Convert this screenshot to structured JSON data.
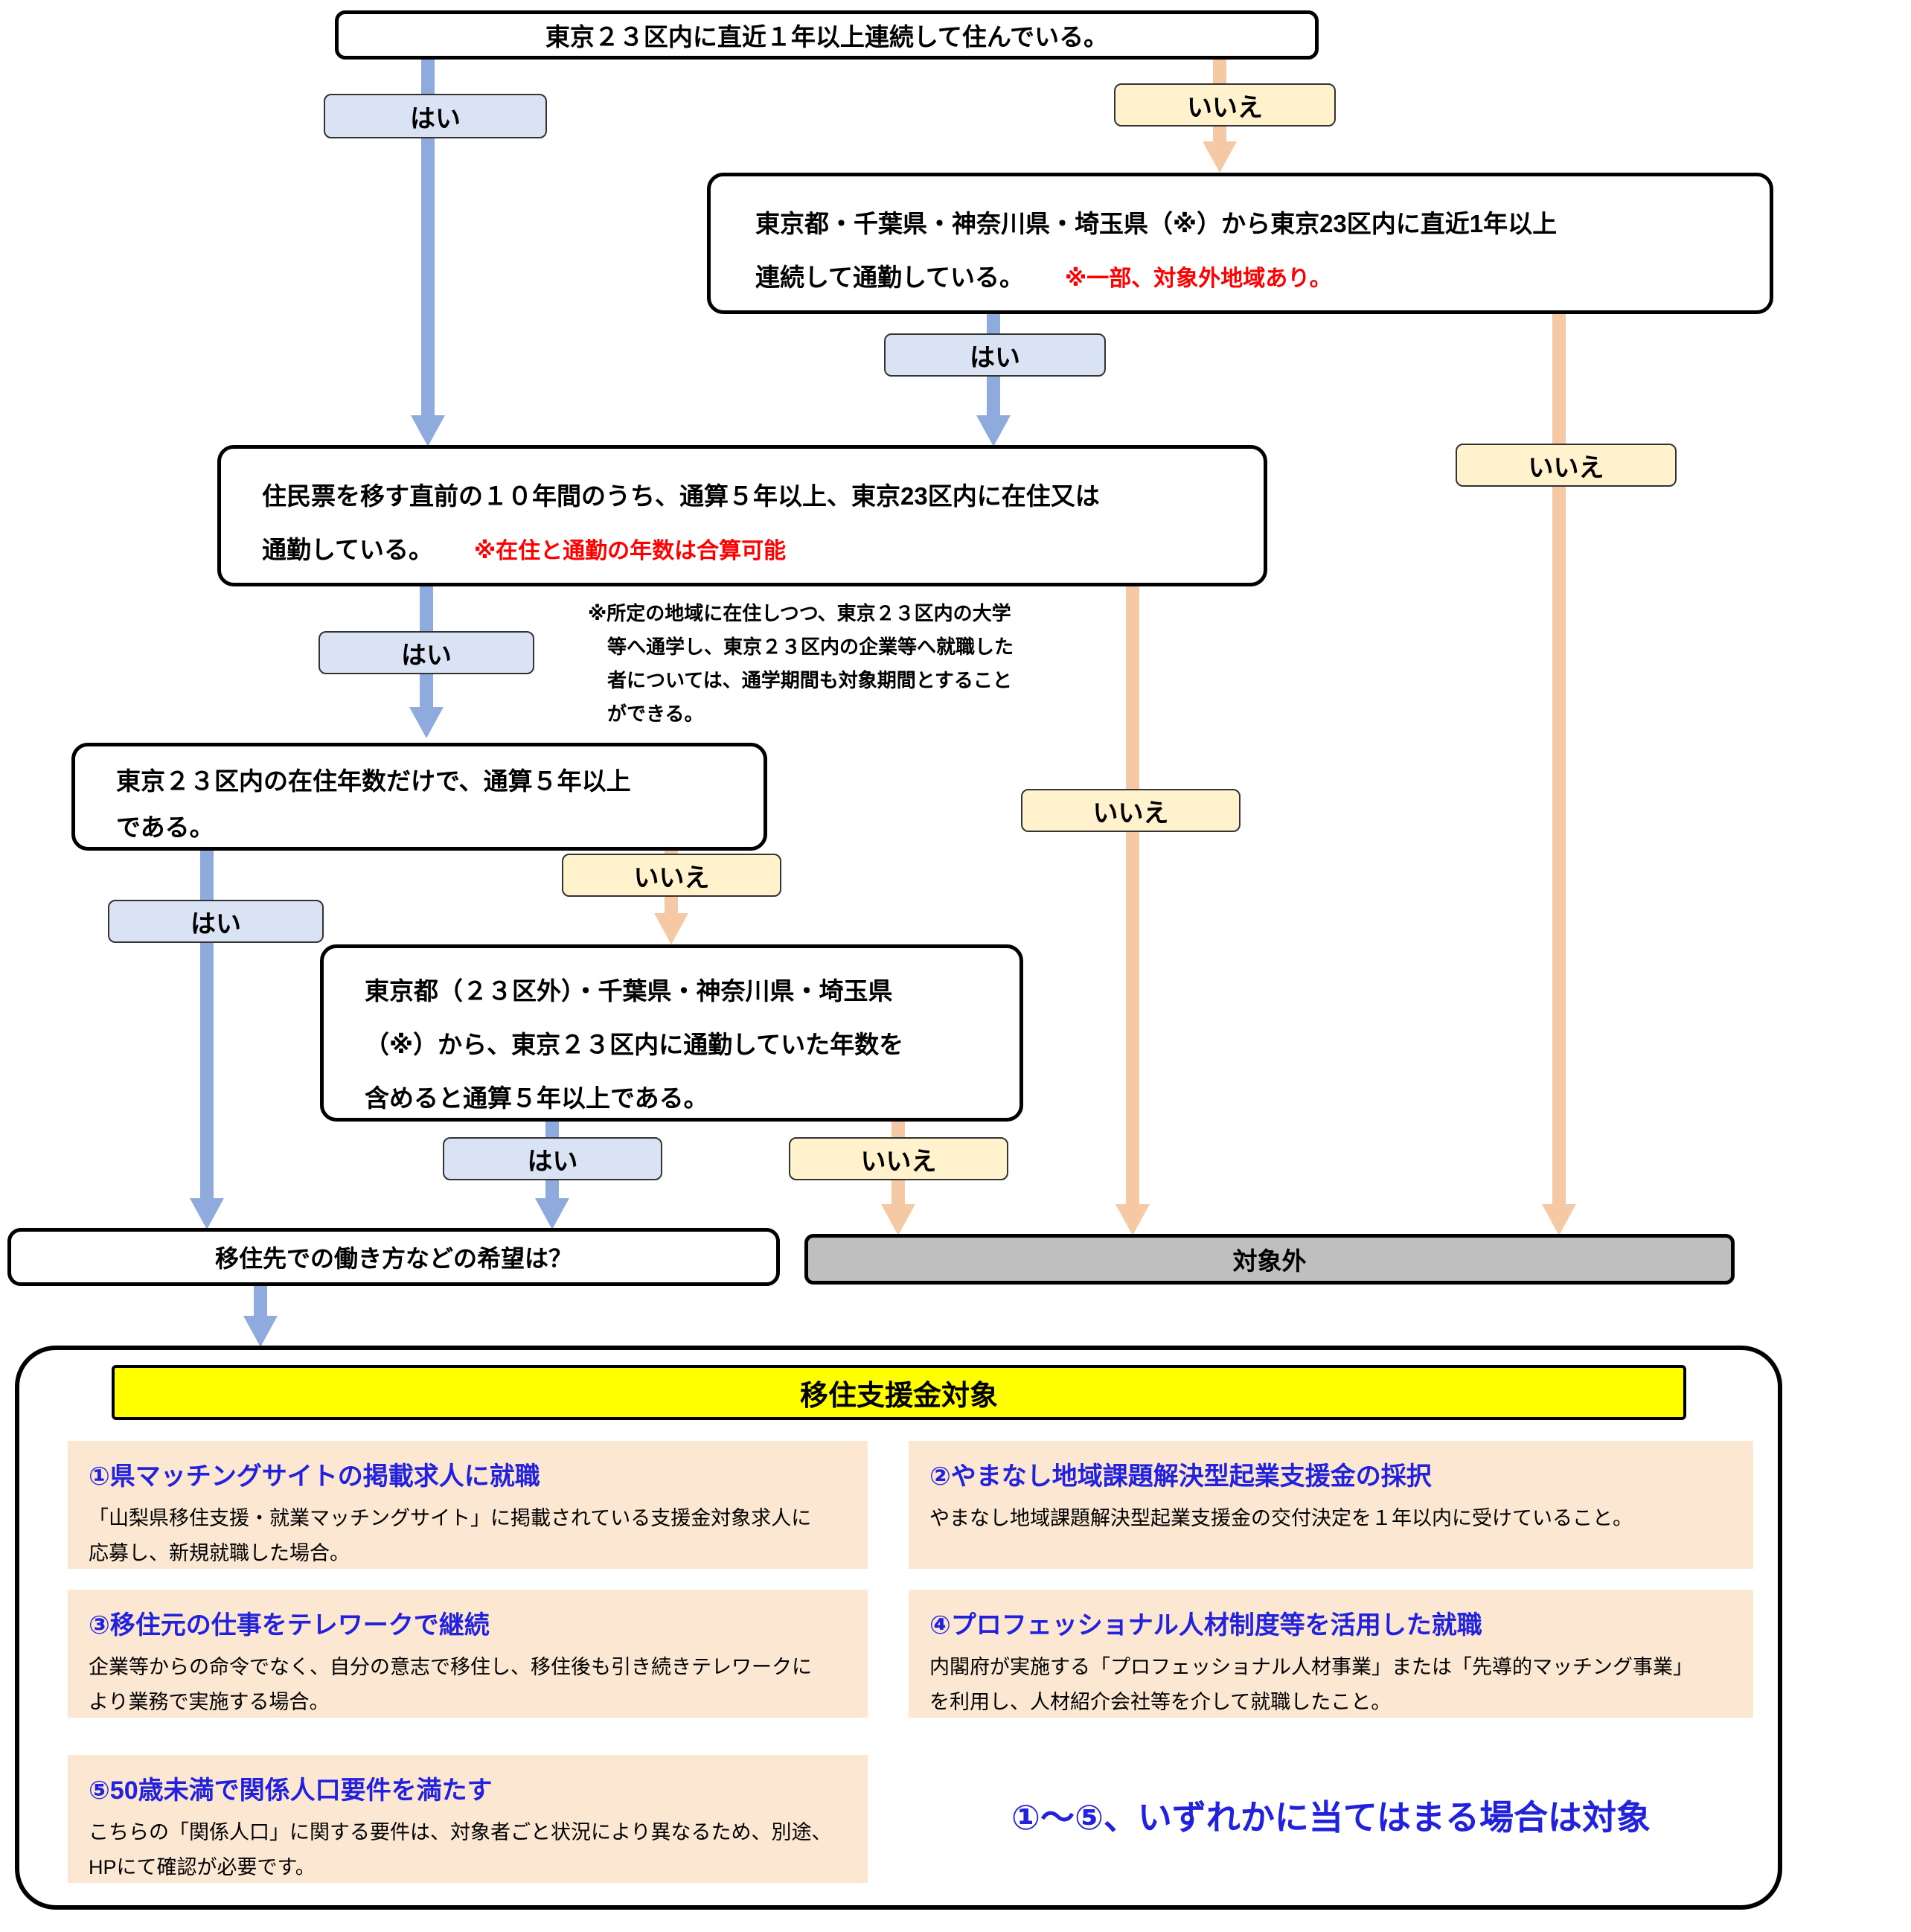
{
  "labels": {
    "yes": "はい",
    "no": "いいえ"
  },
  "boxes": {
    "q1": "東京２３区内に直近１年以上連続して住んでいる。",
    "q2_line1": "東京都・千葉県・神奈川県・埼玉県（※）から東京23区内に直近1年以上",
    "q2_line2": "連続して通勤している。",
    "q2_note": "※一部、対象外地域あり。",
    "q3_line1": "住民票を移す直前の１０年間のうち、通算５年以上、東京23区内に在住又は",
    "q3_line2": "通勤している。",
    "q3_note": "※在住と通勤の年数は合算可能",
    "q4": "東京２３区内の在住年数だけで、通算５年以上\nである。",
    "q5": "東京都（２３区外）・千葉県・神奈川県・埼玉県\n（※）から、東京２３区内に通勤していた年数を\n含めると通算５年以上である。",
    "side_note": "※所定の地域に在住しつつ、東京２３区内の大学\n等へ通学し、東京２３区内の企業等へ就職した\n者については、通学期間も対象期間とすること\nができる。",
    "work_q": "移住先での働き方などの希望は？",
    "excluded": "対象外"
  },
  "result": {
    "header": "移住支援金対象",
    "items": [
      {
        "title": "①県マッチングサイトの掲載求人に就職",
        "body": "「山梨県移住支援・就業マッチングサイト」に掲載されている支援金対象求人に\n応募し、新規就職した場合。"
      },
      {
        "title": "②やまなし地域課題解決型起業支援金の採択",
        "body": "やまなし地域課題解決型起業支援金の交付決定を１年以内に受けていること。"
      },
      {
        "title": "③移住元の仕事をテレワークで継続",
        "body": "企業等からの命令でなく、自分の意志で移住し、移住後も引き続きテレワークに\nより業務で実施する場合。"
      },
      {
        "title": "④プロフェッショナル人材制度等を活用した就職",
        "body": "内閣府が実施する「プロフェッショナル人材事業」または「先導的マッチング事業」\nを利用し、人材紹介会社等を介して就職したこと。"
      },
      {
        "title": "⑤50歳未満で関係人口要件を満たす",
        "body": "こちらの「関係人口」に関する要件は、対象者ごと状況により異なるため、別途、\nHPにて確認が必要です。"
      }
    ],
    "statement": "①～⑤、いずれかに当てはまる場合は対象"
  },
  "colors": {
    "yes_button": "#dae3f3",
    "no_button": "#fff2cc",
    "yes_arrow": "#8faadc",
    "no_arrow": "#f5c9a3",
    "excluded_box": "#bfbfbf",
    "header_highlight": "#ffff00",
    "item_background": "#fbe7d2",
    "item_title_text": "#2222dd",
    "warning_text": "#ff0000"
  }
}
